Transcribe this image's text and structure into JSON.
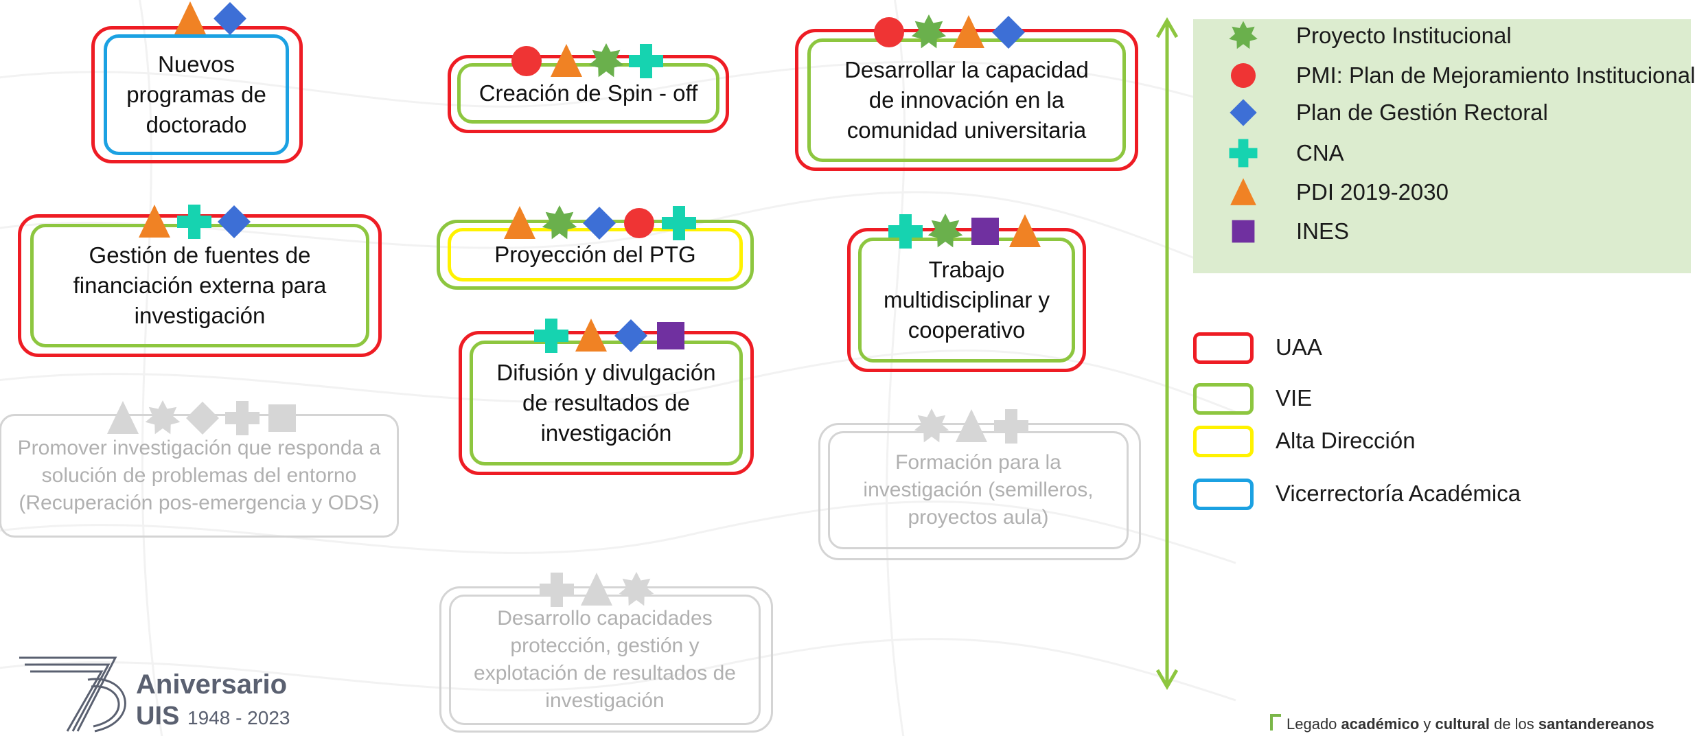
{
  "colors": {
    "uaa": "#ee1c24",
    "vie": "#8dc63f",
    "alta_direccion": "#fff200",
    "vicerrectoria": "#1ba1e2",
    "faded": "#d4d4d4",
    "legend_bg": "#dceccf",
    "arrow": "#8dc63f"
  },
  "icon_types": {
    "star": {
      "name": "green-star-icon",
      "color": "#6ab04c"
    },
    "circle": {
      "name": "red-circle-icon",
      "color": "#ef3434"
    },
    "diamond": {
      "name": "blue-diamond-icon",
      "color": "#3d6fd6"
    },
    "cross": {
      "name": "teal-cross-icon",
      "color": "#16d3b0"
    },
    "triangle": {
      "name": "orange-triangle-icon",
      "color": "#f08224"
    },
    "square": {
      "name": "purple-square-icon",
      "color": "#7030a0"
    }
  },
  "cards": [
    {
      "id": "nuevos-programas",
      "text": "Nuevos\nprogramas de\ndoctorado",
      "outer": "uaa",
      "inner": "vicerrectoria",
      "icons": [
        "triangle",
        "diamond"
      ],
      "faded": false
    },
    {
      "id": "creacion-spin-off",
      "text": "Creación de Spin - off",
      "outer": "uaa",
      "inner": "vie",
      "icons": [
        "circle",
        "triangle",
        "star",
        "cross"
      ],
      "faded": false
    },
    {
      "id": "desarrollar-capacidad",
      "text": "Desarrollar la capacidad\nde innovación en la\ncomunidad universitaria",
      "outer": "uaa",
      "inner": "vie",
      "icons": [
        "circle",
        "star",
        "triangle",
        "diamond"
      ],
      "faded": false
    },
    {
      "id": "gestion-fuentes",
      "text": "Gestión de fuentes de\nfinanciación externa para\ninvestigación",
      "outer": "uaa",
      "inner": "vie",
      "icons": [
        "triangle",
        "cross",
        "diamond"
      ],
      "faded": false
    },
    {
      "id": "proyeccion-ptg",
      "text": "Proyección del PTG",
      "outer": "vie",
      "inner": "alta_direccion",
      "icons": [
        "triangle",
        "star",
        "diamond",
        "circle",
        "cross"
      ],
      "faded": false
    },
    {
      "id": "trabajo-multidisciplinar",
      "text": "Trabajo\nmultidisciplinar y\ncooperativo",
      "outer": "uaa",
      "inner": "vie",
      "icons": [
        "cross",
        "star",
        "square",
        "triangle"
      ],
      "faded": false
    },
    {
      "id": "difusion-divulgacion",
      "text": "Difusión y divulgación\nde resultados de\ninvestigación",
      "outer": "uaa",
      "inner": "vie",
      "icons": [
        "cross",
        "triangle",
        "diamond",
        "square"
      ],
      "faded": false
    },
    {
      "id": "promover-investigacion",
      "text": "Promover investigación que responda a\nsolución de problemas del entorno\n(Recuperación pos-emergencia y ODS)",
      "outer": null,
      "inner": "faded",
      "icons": [
        "triangle",
        "star",
        "diamond",
        "cross",
        "square"
      ],
      "faded": true
    },
    {
      "id": "formacion-investigacion",
      "text": "Formación para la\ninvestigación (semilleros,\nproyectos aula)",
      "outer": "faded",
      "inner": "faded",
      "icons": [
        "star",
        "triangle",
        "cross"
      ],
      "faded": true
    },
    {
      "id": "desarrollo-capacidades",
      "text": "Desarrollo capacidades\nprotección, gestión y\nexplotación de resultados de\ninvestigación",
      "outer": "faded",
      "inner": "faded",
      "icons": [
        "cross",
        "triangle",
        "star"
      ],
      "faded": true
    }
  ],
  "legend_icons": [
    {
      "icon": "star",
      "label": "Proyecto Institucional"
    },
    {
      "icon": "circle",
      "label": "PMI: Plan de Mejoramiento Institucional"
    },
    {
      "icon": "diamond",
      "label": "Plan de Gestión Rectoral"
    },
    {
      "icon": "cross",
      "label": "CNA"
    },
    {
      "icon": "triangle",
      "label": "PDI 2019-2030"
    },
    {
      "icon": "square",
      "label": "INES"
    }
  ],
  "legend_borders": [
    {
      "color_key": "uaa",
      "label": "UAA"
    },
    {
      "color_key": "vie",
      "label": "VIE"
    },
    {
      "color_key": "alta_direccion",
      "label": "Alta Dirección"
    },
    {
      "color_key": "vicerrectoria",
      "label": "Vicerrectoría  Académica"
    }
  ],
  "logo": {
    "line1": "Aniversario",
    "line2": "UIS",
    "years": "1948 - 2023"
  },
  "tagline": {
    "pre": "Legado ",
    "b1": "académico",
    "mid1": " y ",
    "b2": "cultural",
    "mid2": " de los ",
    "b3": "santandereanos"
  }
}
